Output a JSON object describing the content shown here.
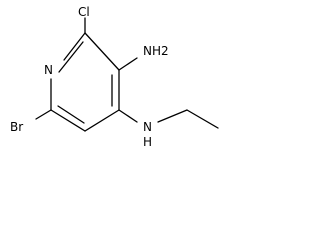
{
  "molecule": {
    "atoms": {
      "n_ring": "N",
      "cl": "Cl",
      "nh2": "NH2",
      "br": "Br",
      "nh": "N",
      "nh_h": "H"
    }
  }
}
